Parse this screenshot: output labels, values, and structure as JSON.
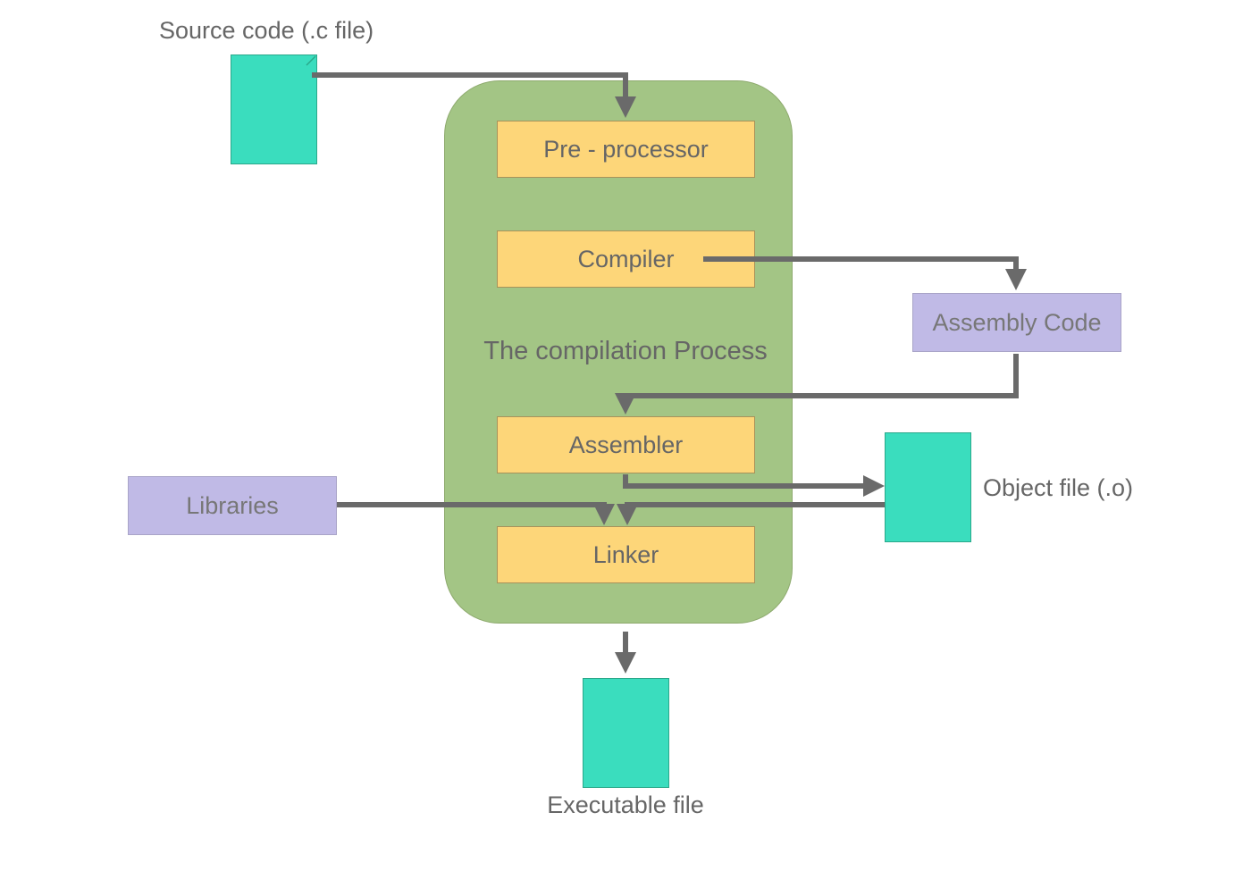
{
  "colors": {
    "document": "#3ADDBE",
    "stage": "#FDD679",
    "process": "#A3C585",
    "external": "#C0BAE6",
    "arrow": "#6A6A6A",
    "text": "#666666"
  },
  "labels": {
    "source_code": "Source code (.c file)",
    "object_file": "Object file (.o)",
    "executable_file": "Executable file",
    "process_title": "The compilation Process"
  },
  "stages": {
    "preprocessor": "Pre - processor",
    "compiler": "Compiler",
    "assembler": "Assembler",
    "linker": "Linker"
  },
  "external": {
    "assembly_code": "Assembly Code",
    "libraries": "Libraries"
  }
}
